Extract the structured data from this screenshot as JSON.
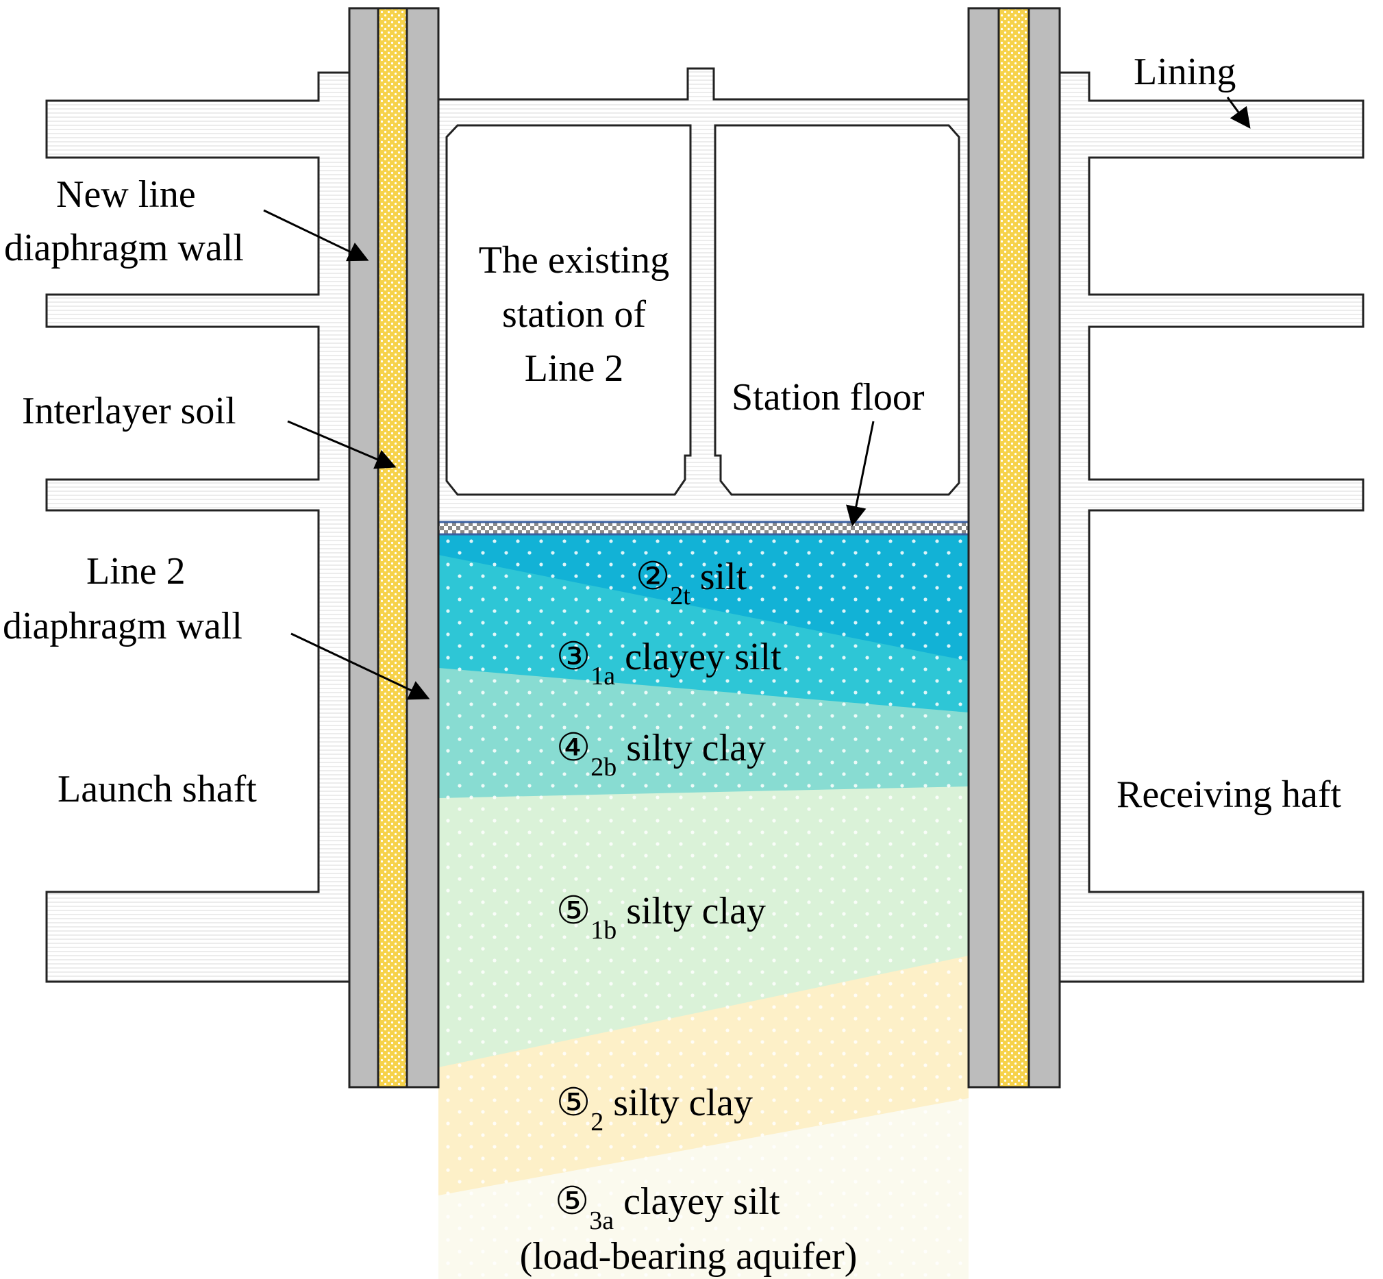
{
  "labels": {
    "lining": "Lining",
    "new_wall_1": "New line",
    "new_wall_2": "diaphragm wall",
    "interlayer": "Interlayer soil",
    "line2_wall_1": "Line 2",
    "line2_wall_2": "diaphragm wall",
    "launch": "Launch shaft",
    "receiving": "Receiving haft",
    "station_1": "The existing",
    "station_2": "station of",
    "station_3": "Line 2",
    "floor": "Station floor"
  },
  "layers": [
    {
      "symbol": "②",
      "sub": "2t",
      "name": " silt",
      "color": "#12b2d6"
    },
    {
      "symbol": "③",
      "sub": "1a",
      "name": " clayey silt",
      "color": "#2ec6d6"
    },
    {
      "symbol": "④",
      "sub": "2b",
      "name": " silty clay",
      "color": "#88dcd2"
    },
    {
      "symbol": "⑤",
      "sub": "1b",
      "name": " silty clay",
      "color": "#daf2d8"
    },
    {
      "symbol": "⑤",
      "sub": "2",
      "name": " silty clay",
      "color": "#fdf0c8"
    },
    {
      "symbol": "⑤",
      "sub": "3a",
      "name": " clayey silt",
      "name2": "(load-bearing aquifer)",
      "color": "#fbfaee"
    }
  ],
  "colors": {
    "wall": "#bcbcbc",
    "interlayer_soil": "#f6d24a",
    "outline": "#222222",
    "floor_border": "#3a5fa0"
  }
}
